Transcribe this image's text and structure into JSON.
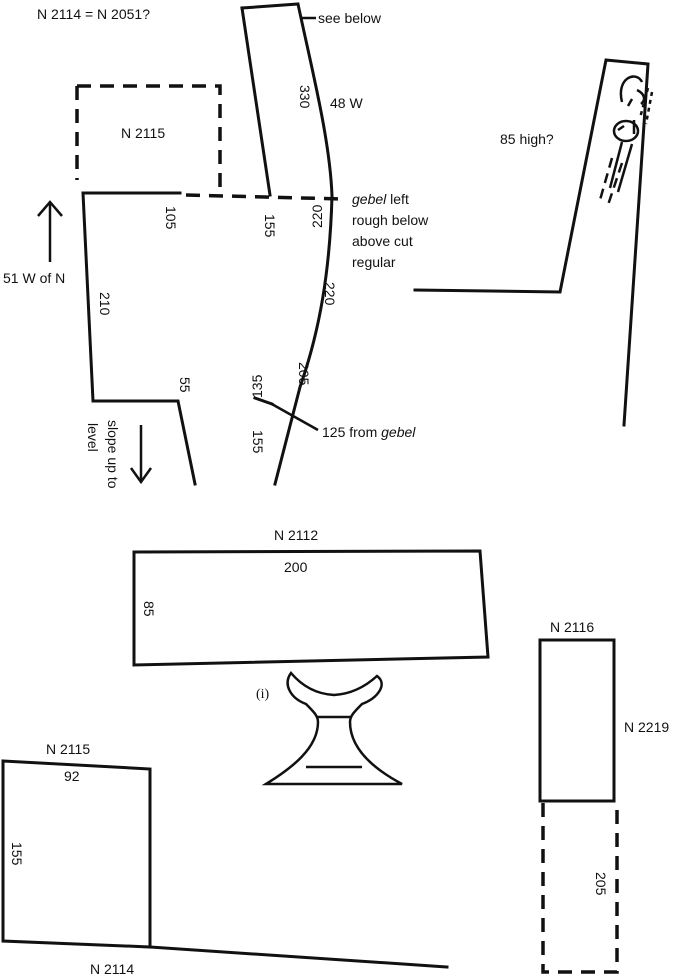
{
  "header": {
    "equivalence": "N 2114 = N 2051?"
  },
  "plan": {
    "see_below": "see below",
    "dim_330": "330",
    "bearing_48w": "48 W",
    "n2115": "N 2115",
    "dim_105": "105",
    "dim_155_shaft": "155",
    "gebel_word": "gebel",
    "gebel_note_line1": " left",
    "gebel_note_line2": "rough below",
    "gebel_note_line3": "above cut",
    "gebel_note_line4": "regular",
    "dim_220_a": "220",
    "dim_220_b": "220",
    "north_label": "51 W of N",
    "dim_210": "210",
    "dim_55": "55",
    "dim_135": "135",
    "dim_205": "205",
    "from_gebel_prefix": "125 from ",
    "from_gebel_word": "gebel",
    "dim_155_entry": "155",
    "slope_line1": "slope up to",
    "slope_line2": "level"
  },
  "right_sketch": {
    "height_note": "85 high?"
  },
  "n2112": {
    "title": "N 2112",
    "width": "200",
    "height": "85"
  },
  "headrest": {
    "label": "(i)"
  },
  "n2116": {
    "title": "N 2116",
    "side_label": "N 2219",
    "dim": "205"
  },
  "n2115_block": {
    "title": "N 2115",
    "width": "92",
    "height": "155"
  },
  "n2114": {
    "title": "N 2114"
  }
}
